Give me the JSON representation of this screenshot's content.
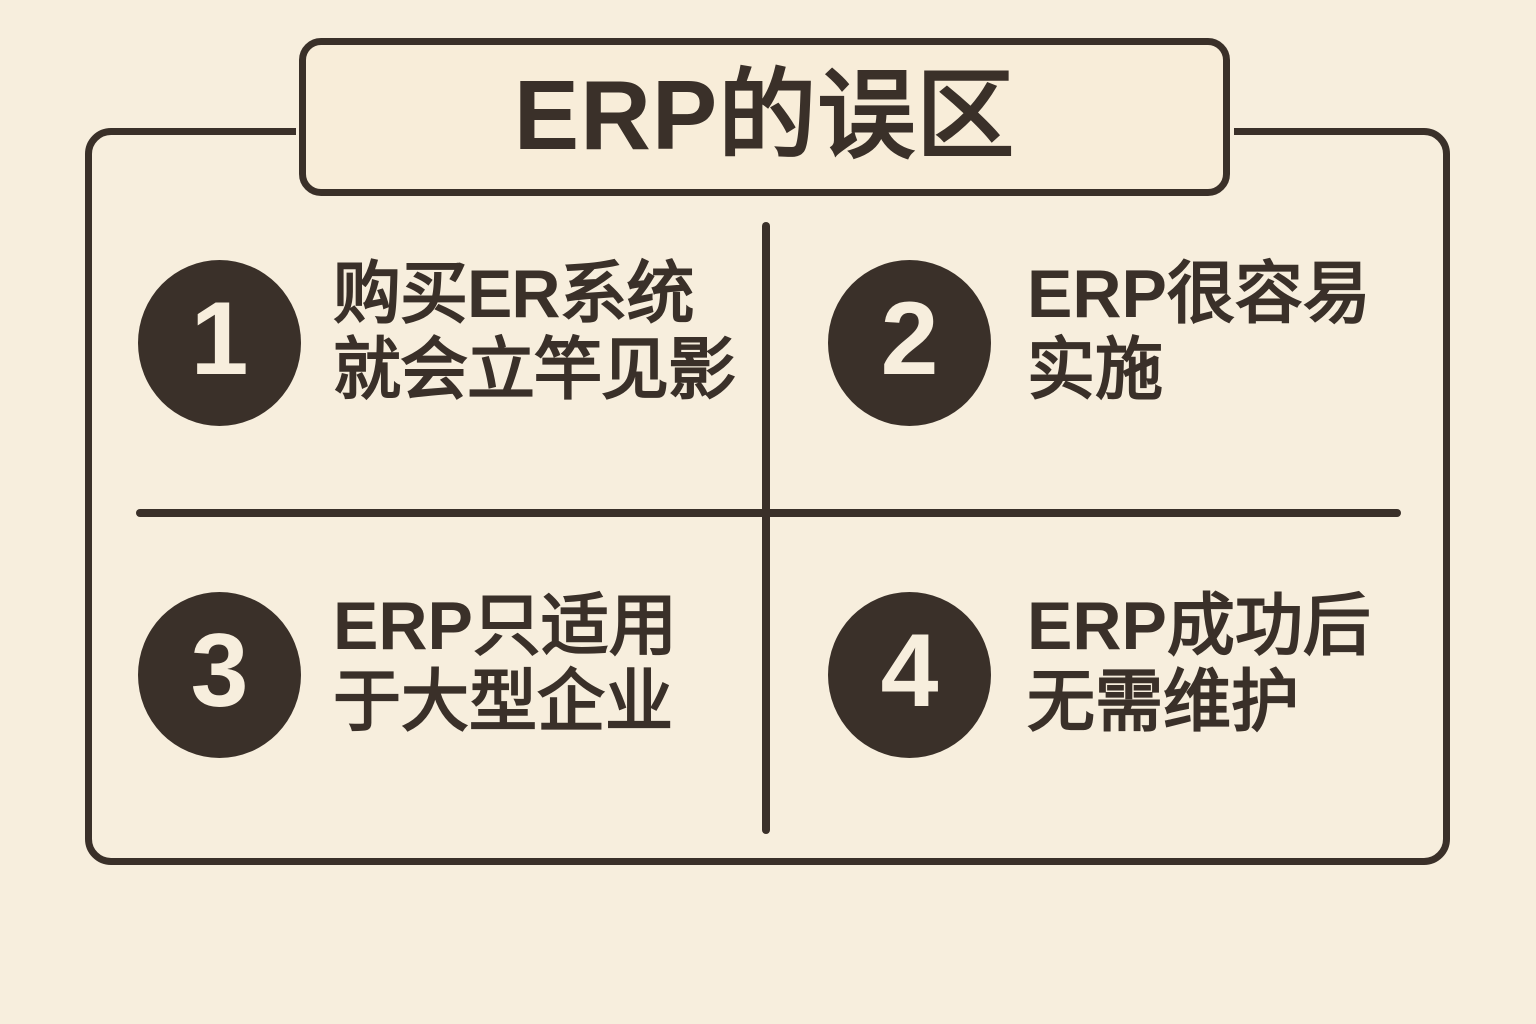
{
  "poster": {
    "title": "ERP的误区",
    "colors": {
      "background": "#f7eedd",
      "card_background": "#f8edd9",
      "ink": "#3a3029",
      "badge_text": "#f7eedd"
    }
  },
  "quadrants": [
    {
      "number": "1",
      "text": "购买ER系统\n就会立竿见影"
    },
    {
      "number": "2",
      "text": "ERP很容易\n实施"
    },
    {
      "number": "3",
      "text": "ERP只适用\n于大型企业"
    },
    {
      "number": "4",
      "text": "ERP成功后\n无需维护"
    }
  ]
}
